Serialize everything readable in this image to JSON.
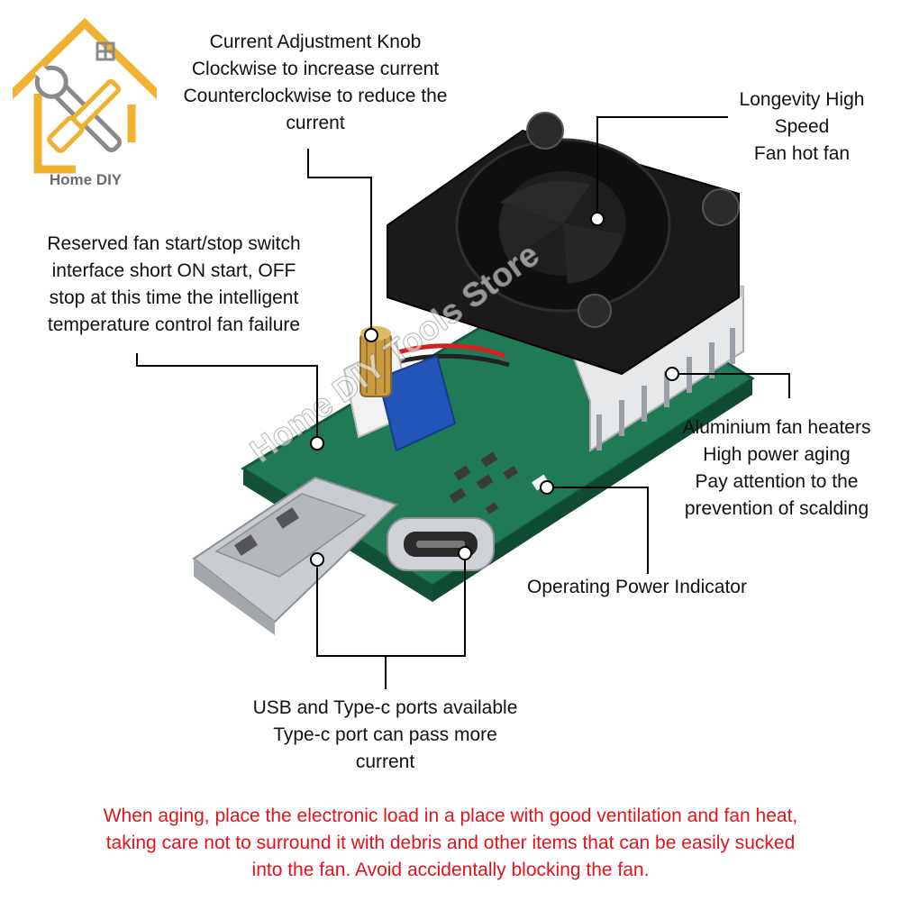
{
  "logo": {
    "text": "Home DIY",
    "colors": {
      "house": "#f0b230",
      "tools": "#8a8a8a"
    }
  },
  "watermark": "Home DIY Tools Store",
  "callouts": {
    "knob": {
      "lines": [
        "Current Adjustment Knob",
        "Clockwise to increase current",
        "Counterclockwise to reduce the",
        "current"
      ]
    },
    "fan": {
      "lines": [
        "Longevity High",
        "Speed",
        "Fan hot fan"
      ]
    },
    "switch": {
      "lines": [
        "Reserved fan start/stop switch",
        "interface short ON start, OFF",
        "stop at this time the intelligent",
        "temperature control fan failure"
      ]
    },
    "heatsink": {
      "lines": [
        "Aluminium fan heaters",
        "High power aging",
        "Pay attention to the",
        "prevention of scalding"
      ]
    },
    "power": {
      "lines": [
        "Operating Power Indicator"
      ]
    },
    "ports": {
      "lines": [
        "USB and Type-c ports available",
        "Type-c port can pass more",
        "current"
      ]
    }
  },
  "warning": {
    "lines": [
      "When aging, place the electronic load in a place with good ventilation and fan heat,",
      "taking care not to surround it with debris and other items that can be easily sucked",
      "into the fan. Avoid accidentally blocking the fan."
    ],
    "color": "#e4131b"
  },
  "colors": {
    "pcb": "#1f7a55",
    "heatsink": "#d9dcdf",
    "fan": "#1a1a1a",
    "usb": "#c9ccd0",
    "pot": "#2355b8",
    "knob": "#c99a3e"
  }
}
